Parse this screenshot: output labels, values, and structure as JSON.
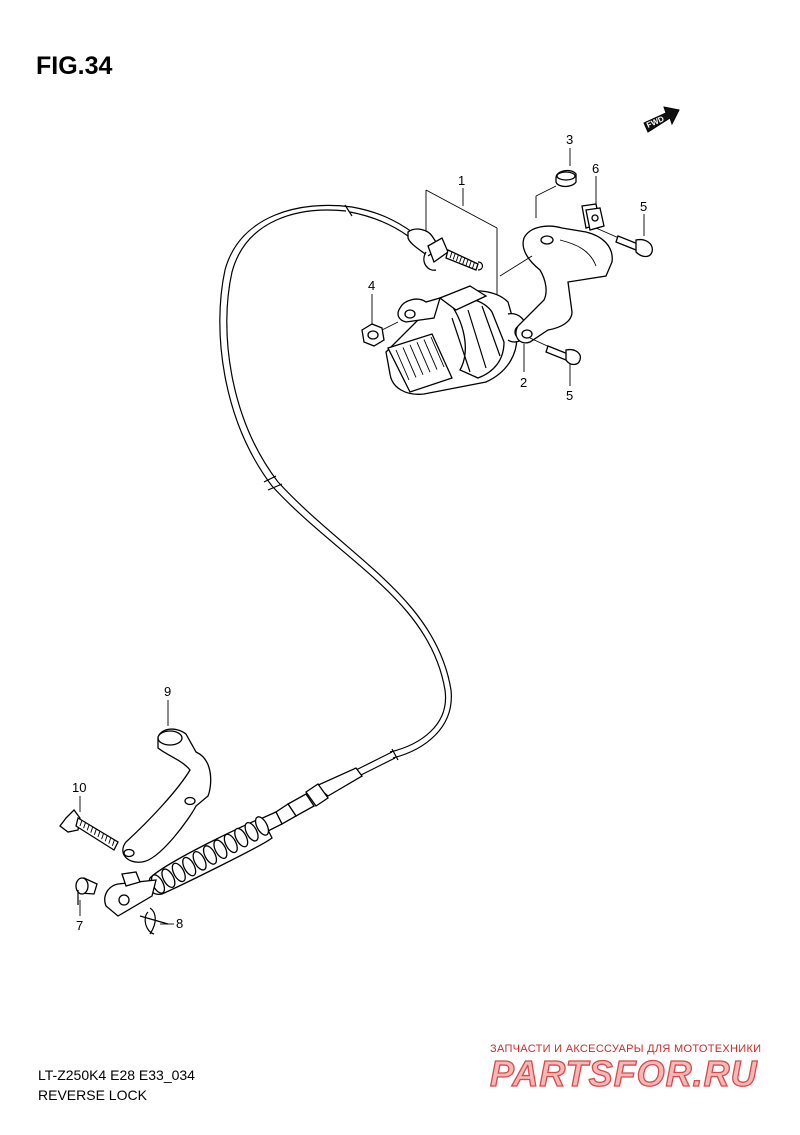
{
  "figure": {
    "title": "FIG.34",
    "code": "LT-Z250K4 E28 E33_034",
    "name": "REVERSE LOCK"
  },
  "direction_badge": {
    "label": "FWD",
    "icon": "forward-arrow-icon"
  },
  "callouts": [
    "1",
    "2",
    "3",
    "4",
    "5",
    "5",
    "6",
    "7",
    "8",
    "9",
    "10"
  ],
  "watermark": {
    "tagline": "ЗАПЧАСТИ И АКСЕССУАРЫ ДЛЯ МОТОТЕХНИКИ",
    "brand": "PARTSFOR.RU",
    "color": "#d94a4a"
  }
}
